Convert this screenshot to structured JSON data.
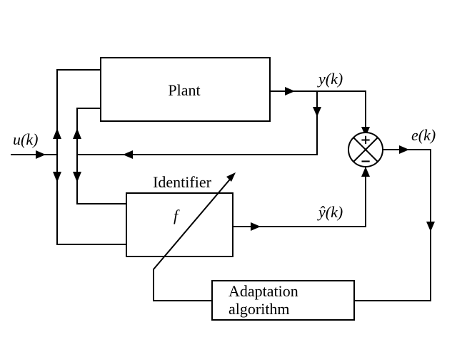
{
  "diagram": {
    "title": "Adaptive system identification block diagram",
    "blocks": {
      "plant": {
        "label": "Plant"
      },
      "identifier": {
        "label": "Identifier",
        "inner_label": "f"
      },
      "adaptation": {
        "line1": "Adaptation",
        "line2": "algorithm"
      }
    },
    "signals": {
      "input": "u(k)",
      "plant_output": "y(k)",
      "identifier_output": "ŷ(k)",
      "error": "e(k)"
    },
    "summing_junction": {
      "plus": "+",
      "minus": "−"
    }
  }
}
